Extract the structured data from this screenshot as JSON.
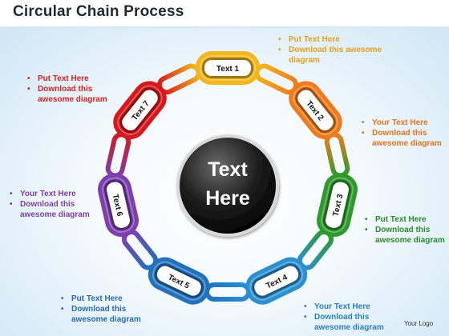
{
  "title": "Circular Chain Process",
  "center_text": [
    "Text",
    "Here"
  ],
  "links": [
    {
      "label": "Text 1",
      "color": "#f2b61e"
    },
    {
      "label": "Text 2",
      "color": "#ee7b1e"
    },
    {
      "label": "Text 3",
      "color": "#2f9a2c"
    },
    {
      "label": "Text 4",
      "color": "#2b8fd0"
    },
    {
      "label": "Text 5",
      "color": "#2272bb"
    },
    {
      "label": "Text 6",
      "color": "#7d3fad"
    },
    {
      "label": "Text 7",
      "color": "#d5181b"
    }
  ],
  "notes": [
    {
      "line1": "Put Text Here",
      "line2": "Download this awesome diagram",
      "color": "#e0a21d"
    },
    {
      "line1": "Your Text Here",
      "line2": "Download this awesome diagram",
      "color": "#e0741c"
    },
    {
      "line1": "Put Text Here",
      "line2": "Download this awesome diagram",
      "color": "#2c8a2c"
    },
    {
      "line1": "Your Text Here",
      "line2": "Download this awesome diagram",
      "color": "#2b7fbf"
    },
    {
      "line1": "Put Text Here",
      "line2": "Download this awesome diagram",
      "color": "#2b6aa8"
    },
    {
      "line1": "Your Text Here",
      "line2": "Download this awesome diagram",
      "color": "#7b3fa6"
    },
    {
      "line1": "Put Text Here",
      "line2": "Download this awesome diagram",
      "color": "#d42222"
    }
  ],
  "logo": "Your Logo"
}
